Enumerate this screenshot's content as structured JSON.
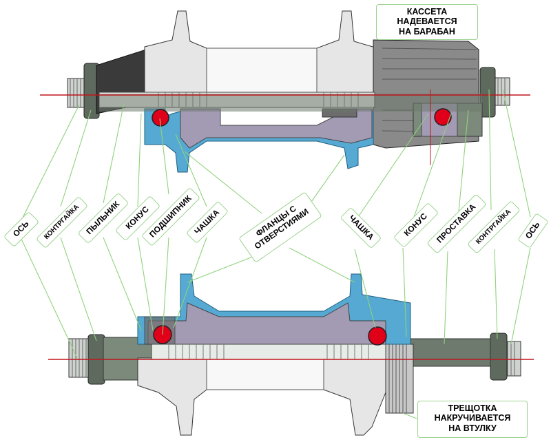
{
  "labels": {
    "cassette": [
      "КАССЕТА",
      "НАДЕВАЕТСЯ",
      "НА БАРАБАН"
    ],
    "freewheel": [
      "ТРЕЩОТКА",
      "НАКРУЧИВАЕТСЯ",
      "НА ВТУЛКУ"
    ],
    "flanges": [
      "ФЛАНЦЫ С",
      "ОТВЕРСТИЯМИ"
    ],
    "left": {
      "axle": "ОСЬ",
      "locknut": "КОНТРГАЙКА",
      "dust_cap": "ПЫЛЬНИК",
      "cone": "КОНУС",
      "bearing": "ПОДШИПНИК",
      "cup": "ЧАШКА"
    },
    "right": {
      "cup": "ЧАШКА",
      "cone": "КОНУС",
      "spacer": "ПРОСТАВКА",
      "locknut": "КОНТРГАЙКА",
      "axle": "ОСЬ"
    }
  },
  "colors": {
    "leader_line": "#8fd27c",
    "axis_line": "#c0141b",
    "shell": "#e6e6e6",
    "cross_section": "#56a9d2",
    "inner_cavity": "#a39bb4",
    "bearing_ball": "#e0001a",
    "axle_metal": "#6e7a6e",
    "cassette_body": "#8a8a8a",
    "dust_cap": "#3a3a3a"
  }
}
